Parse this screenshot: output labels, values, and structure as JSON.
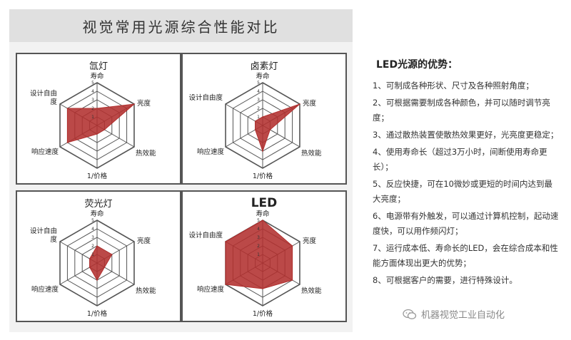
{
  "page": {
    "title": "视觉常用光源综合性能对比"
  },
  "chart_data": [
    {
      "type": "radar",
      "title": "氙灯",
      "axes": [
        "寿命",
        "亮度",
        "热效能",
        "1/价格",
        "响应速度",
        "设计自由度"
      ],
      "ticks": [
        "1",
        "2",
        "3",
        "4",
        "5"
      ],
      "rmax": 5,
      "values": [
        2,
        5,
        1,
        1,
        4,
        4
      ],
      "color": "#b2302f"
    },
    {
      "type": "radar",
      "title": "卤素灯",
      "axes": [
        "寿命",
        "亮度",
        "热效能",
        "1/价格",
        "响应速度",
        "设计自由度"
      ],
      "ticks": [
        "1",
        "2",
        "3",
        "4",
        "5"
      ],
      "rmax": 5,
      "values": [
        1,
        5,
        1,
        3,
        1,
        1
      ],
      "color": "#b2302f"
    },
    {
      "type": "radar",
      "title": "荧光灯",
      "axes": [
        "寿命",
        "亮度",
        "热效能",
        "1/价格",
        "响应速度",
        "设计自由度"
      ],
      "ticks": [
        "1",
        "2",
        "3",
        "4",
        "5"
      ],
      "rmax": 5,
      "values": [
        2,
        2,
        1,
        2,
        1,
        1
      ],
      "color": "#b2302f"
    },
    {
      "type": "radar",
      "title": "LED",
      "axes": [
        "寿命",
        "亮度",
        "热效能",
        "1/价格",
        "响应速度",
        "设计自由度"
      ],
      "ticks": [
        "1",
        "2",
        "3",
        "4",
        "5"
      ],
      "rmax": 5,
      "values": [
        5,
        4,
        4,
        3,
        5,
        5
      ],
      "color": "#b2302f"
    }
  ],
  "advantages": {
    "heading": "LED光源的优势：",
    "items": [
      "1、可制成各种形状、尺寸及各种照射角度；",
      "2、可根据需要制成各种颜色，并可以随时调节亮度；",
      "3、通过散热装置使散热效果更好，光亮度更稳定；",
      "4、使用寿命长（超过3万小时，间断使用寿命更长）；",
      "5、反应快捷，可在10微妙或更短的时间内达到最大亮度；",
      "6、电源带有外触发，可以通过计算机控制，起动速度快，可以用作频闪灯；",
      "7、运行成本低、寿命长的LED，会在综合成本和性能方面体现出更大的优势；",
      "8、可根据客户的需要，进行特殊设计。"
    ]
  },
  "watermark": {
    "text": "机器视觉工业自动化",
    "icon": "wechat-icon"
  }
}
